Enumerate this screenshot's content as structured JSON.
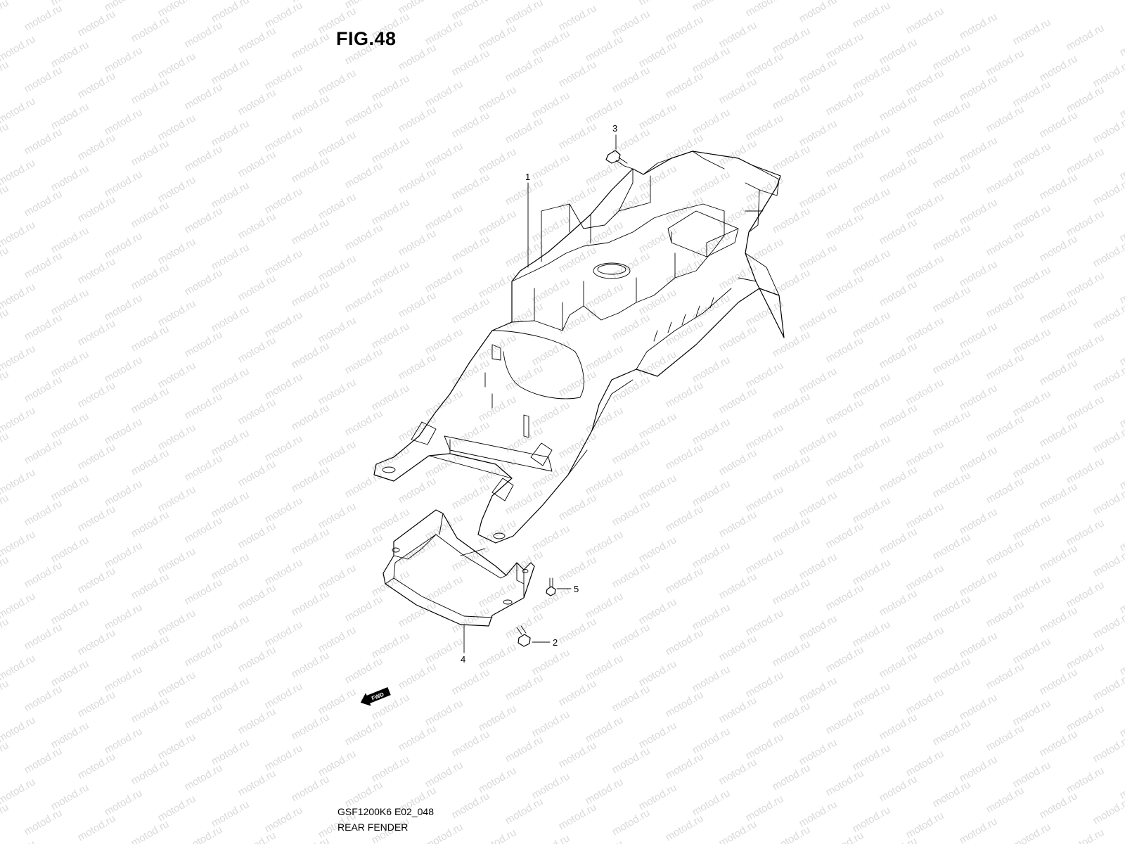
{
  "figure": {
    "title": "FIG.48",
    "model_code": "GSF1200K6 E02_048",
    "name": "REAR FENDER"
  },
  "watermark": {
    "text": "motod.ru",
    "color": "#d9d9d9"
  },
  "callouts": [
    {
      "id": "callout-1",
      "label": "1"
    },
    {
      "id": "callout-2",
      "label": "2"
    },
    {
      "id": "callout-3",
      "label": "3"
    },
    {
      "id": "callout-4",
      "label": "4"
    },
    {
      "id": "callout-5",
      "label": "5"
    }
  ],
  "fwd_badge": {
    "text": "FWD"
  }
}
